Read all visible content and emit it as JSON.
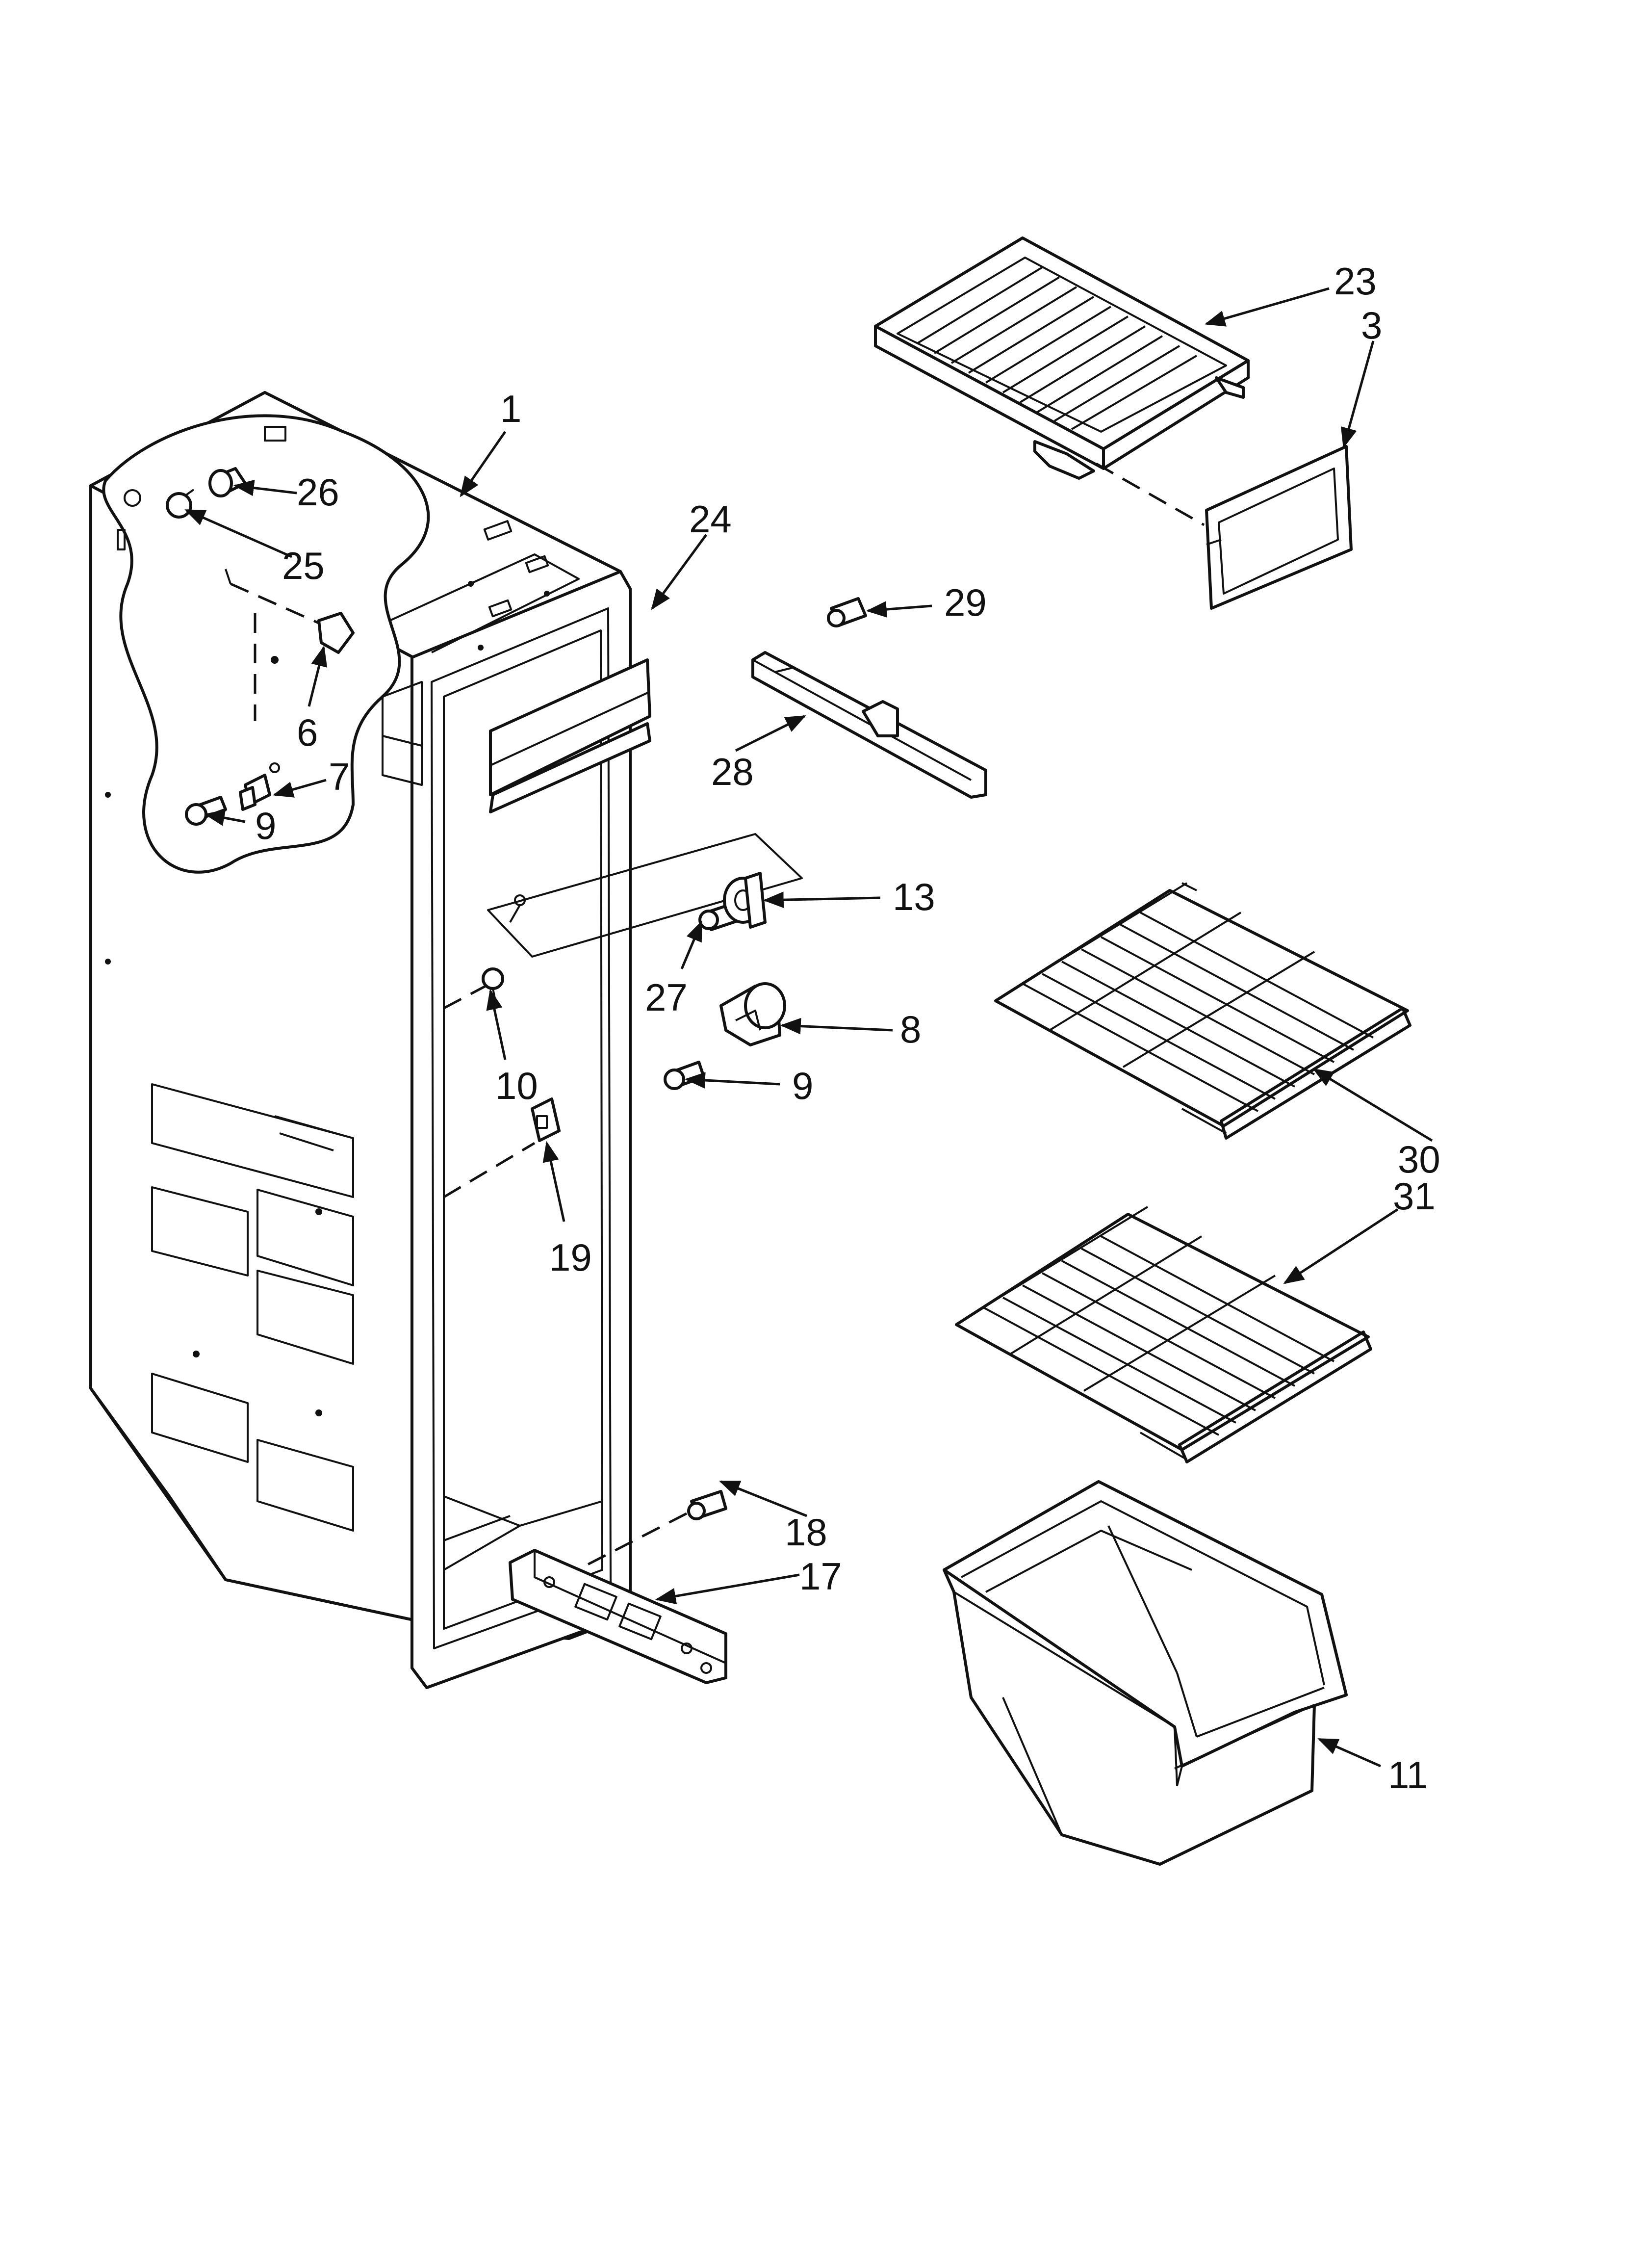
{
  "callouts": [
    {
      "id": "c1",
      "text": "1"
    },
    {
      "id": "c23",
      "text": "23"
    },
    {
      "id": "c3",
      "text": "3"
    },
    {
      "id": "c26",
      "text": "26"
    },
    {
      "id": "c25",
      "text": "25"
    },
    {
      "id": "c24",
      "text": "24"
    },
    {
      "id": "c29",
      "text": "29"
    },
    {
      "id": "c6",
      "text": "6"
    },
    {
      "id": "c7",
      "text": "7"
    },
    {
      "id": "c28",
      "text": "28"
    },
    {
      "id": "c9a",
      "text": "9"
    },
    {
      "id": "c13",
      "text": "13"
    },
    {
      "id": "c27",
      "text": "27"
    },
    {
      "id": "c8",
      "text": "8"
    },
    {
      "id": "c10",
      "text": "10"
    },
    {
      "id": "c9b",
      "text": "9"
    },
    {
      "id": "c30",
      "text": "30"
    },
    {
      "id": "c31",
      "text": "31"
    },
    {
      "id": "c19",
      "text": "19"
    },
    {
      "id": "c18",
      "text": "18"
    },
    {
      "id": "c17",
      "text": "17"
    },
    {
      "id": "c11",
      "text": "11"
    }
  ]
}
